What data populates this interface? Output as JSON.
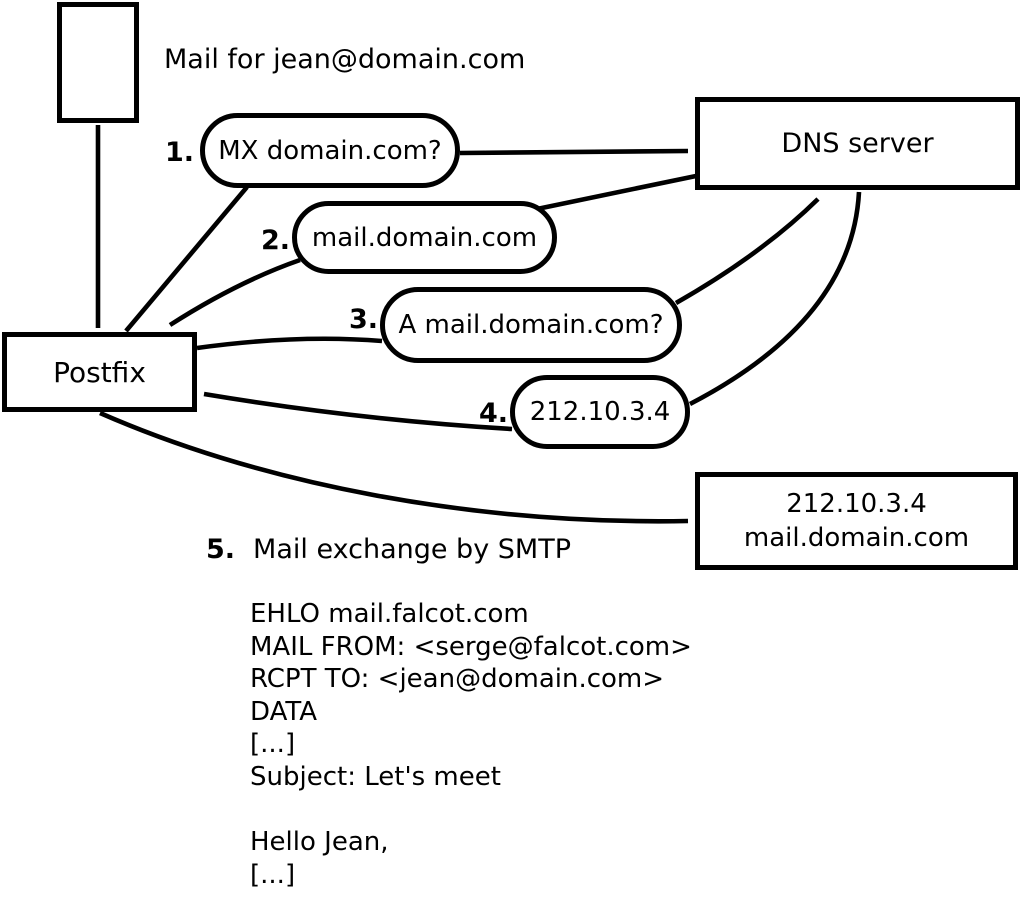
{
  "diagram": {
    "title": "Mail for jean@domain.com",
    "nodes": {
      "postfix": {
        "label": "Postfix"
      },
      "dns_server": {
        "label": "DNS server"
      },
      "mail_server": {
        "line1": "212.10.3.4",
        "line2": "mail.domain.com"
      }
    },
    "messages": [
      {
        "num": "1.",
        "text": "MX domain.com?"
      },
      {
        "num": "2.",
        "text": "mail.domain.com"
      },
      {
        "num": "3.",
        "text": "A mail.domain.com?"
      },
      {
        "num": "4.",
        "text": "212.10.3.4"
      }
    ],
    "step5": {
      "num": "5.",
      "text": "Mail exchange by SMTP"
    },
    "smtp": [
      "EHLO mail.falcot.com",
      "MAIL FROM: <serge@falcot.com>",
      "RCPT TO: <jean@domain.com>",
      "DATA",
      "[...]",
      "Subject: Let's meet",
      "",
      "Hello Jean,",
      "[...]",
      "",
      "."
    ],
    "colors": {
      "ink": "#000000",
      "background": "#ffffff"
    }
  }
}
